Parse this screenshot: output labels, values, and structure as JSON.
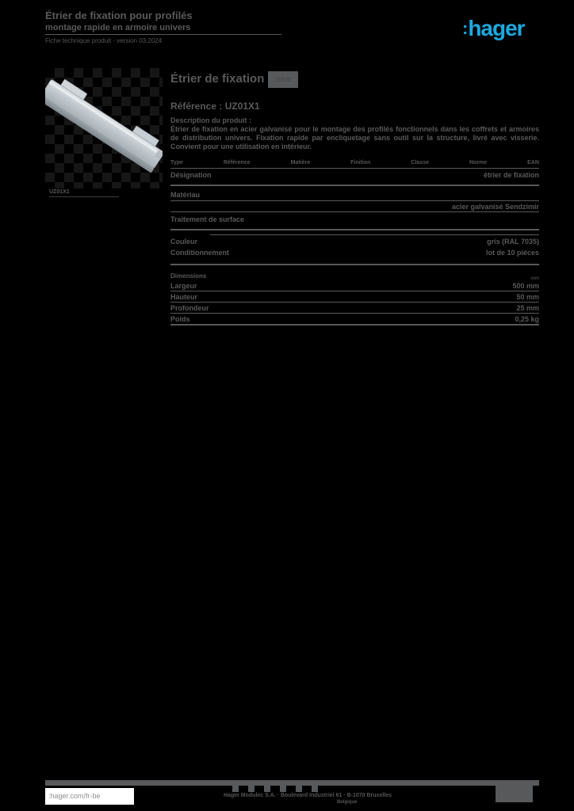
{
  "page": {
    "background": "#000000",
    "text_gray": "#58595B",
    "accent_blue": "#1BA9E0"
  },
  "header": {
    "title_line1": "Étrier de fixation pour profilés",
    "title_line2": "montage rapide en armoire univers",
    "meta_line": "Fiche technique produit · version 03.2024",
    "logo_text": "hager"
  },
  "product": {
    "image_caption": "UZ01X1",
    "title": "Étrier de fixation",
    "badge_label": "new",
    "subtitle": "Référence : UZ01X1",
    "description_heading": "Description du produit :",
    "description": "Étrier de fixation en acier galvanisé pour le montage des profilés fonctionnels dans les coffrets et armoires de distribution univers. Fixation rapide par encliquetage sans outil sur la structure, livré avec visserie. Convient pour une utilisation en intérieur."
  },
  "specs": {
    "columns_row": [
      "Type",
      "Référence",
      "Matière",
      "Finition",
      "Classe",
      "Norme",
      "EAN"
    ],
    "rows": [
      {
        "label": "Désignation",
        "value": "étrier de fixation"
      },
      {
        "label": "Matériau",
        "value": ""
      },
      {
        "label": "",
        "value": "acier galvanisé Sendzimir"
      },
      {
        "label": "Traitement de surface",
        "value": ""
      },
      {
        "label": "Couleur",
        "value": "gris (RAL 7035)"
      },
      {
        "label": "Conditionnement",
        "value": "lot de 10 pièces"
      }
    ],
    "dimensions_heading": "Dimensions",
    "unit_label": "mm",
    "dimension_rows": [
      {
        "label": "Largeur",
        "value": "500 mm"
      },
      {
        "label": "Hauteur",
        "value": "50 mm"
      },
      {
        "label": "Profondeur",
        "value": "25 mm"
      },
      {
        "label": "Poids",
        "value": "0,25 kg"
      }
    ]
  },
  "footer": {
    "website": ":hager.com/fr-be",
    "company_line": "Hager Modulec S.A. · Boulevard Industriel 61 · B-1070 Bruxelles",
    "country": "Belgique",
    "icons": [
      "facebook-icon",
      "twitter-icon",
      "linkedin-icon",
      "youtube-icon",
      "instagram-icon",
      "mail-icon"
    ]
  }
}
